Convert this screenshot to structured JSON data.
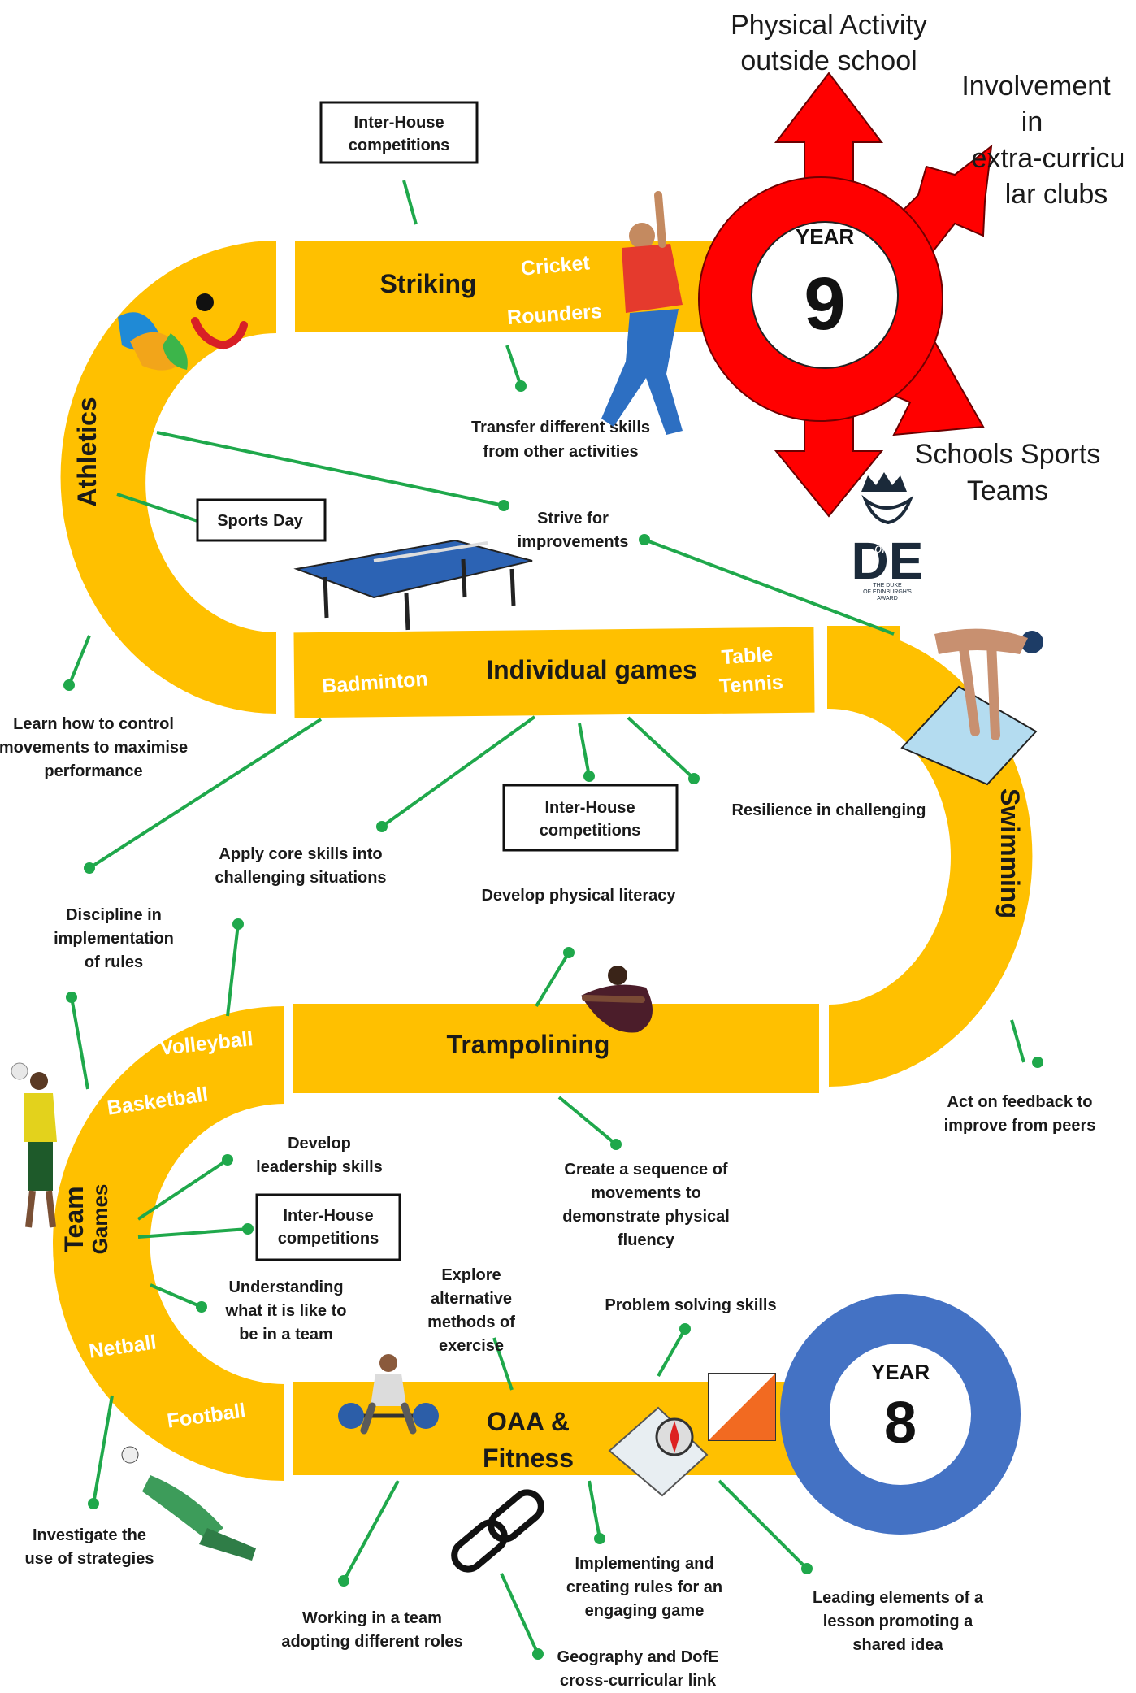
{
  "colors": {
    "track": "#FFC000",
    "connector": "#1FA84B",
    "year9_ring": "#FF0000",
    "year8_ring": "#4472C4",
    "arrow": "#FF0000"
  },
  "year9": {
    "label": "YEAR",
    "number": "9"
  },
  "year8": {
    "label": "YEAR",
    "number": "8"
  },
  "outcomes": {
    "physical_activity": [
      "Physical Activity",
      "outside school"
    ],
    "extra_curricular": [
      "Involvement",
      "in",
      "extra-curricu",
      "lar clubs"
    ],
    "school_teams": [
      "Schools Sports",
      "Teams"
    ]
  },
  "sections": {
    "striking": "Striking",
    "individual_games": "Individual games",
    "trampolining": "Trampolining",
    "oaa_fitness": [
      "OAA &",
      "Fitness"
    ],
    "athletics": "Athletics",
    "swimming": "Swimming",
    "team_games": [
      "Team",
      "Games"
    ]
  },
  "sports": {
    "cricket": "Cricket",
    "rounders": "Rounders",
    "badminton": "Badminton",
    "table_tennis": [
      "Table",
      "Tennis"
    ],
    "volleyball": "Volleyball",
    "basketball": "Basketball",
    "netball": "Netball",
    "football": "Football"
  },
  "boxes": {
    "inter_house_top": [
      "Inter-House",
      "competitions"
    ],
    "sports_day": "Sports Day",
    "inter_house_mid": [
      "Inter-House",
      "competitions"
    ],
    "inter_house_team": [
      "Inter-House",
      "competitions"
    ]
  },
  "labels": {
    "transfer_skills": [
      "Transfer different skills",
      "from other activities"
    ],
    "strive": [
      "Strive for",
      "improvements"
    ],
    "control_movements": [
      "Learn how to control",
      "movements to maximise",
      "performance"
    ],
    "apply_core": [
      "Apply core skills into",
      "challenging situations"
    ],
    "resilience": "Resilience in challenging",
    "physical_literacy": "Develop physical literacy",
    "discipline": [
      "Discipline in",
      "implementation",
      "of rules"
    ],
    "feedback": [
      "Act on feedback to",
      "improve from peers"
    ],
    "leadership": [
      "Develop",
      "leadership skills"
    ],
    "sequence": [
      "Create a sequence of",
      "movements to",
      "demonstrate physical",
      "fluency"
    ],
    "understanding": [
      "Understanding",
      "what it is like to",
      "be in a team"
    ],
    "explore": [
      "Explore",
      "alternative",
      "methods of",
      "exercise"
    ],
    "problem_solving": "Problem solving skills",
    "investigate": [
      "Investigate the",
      "use of strategies"
    ],
    "implementing": [
      "Implementing and",
      "creating rules for an",
      "engaging game"
    ],
    "leading": [
      "Leading elements of a",
      "lesson promoting a",
      "shared idea"
    ],
    "working_team": [
      "Working in a team",
      "adopting different roles"
    ],
    "geography": [
      "Geography and DofE",
      "cross-curricular link"
    ]
  },
  "dofe_logo": {
    "letters": "DE",
    "small": "of",
    "caption": [
      "THE DUKE",
      "OF EDINBURGH'S",
      "AWARD"
    ]
  }
}
